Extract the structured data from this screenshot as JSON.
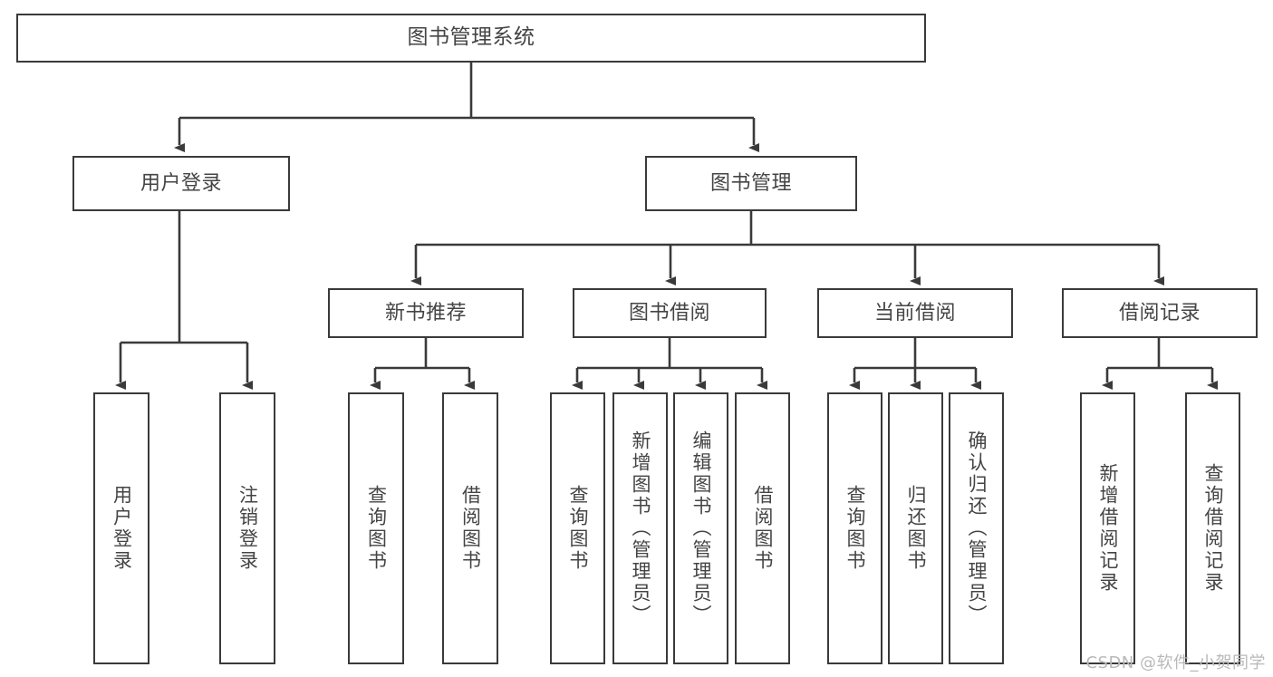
{
  "diagram": {
    "type": "tree-hierarchy",
    "title": "图书管理系统",
    "watermark": "CSDN @软件_小贺同学",
    "colors": {
      "border": "#3a3a3a",
      "text": "#444444",
      "background": "#ffffff",
      "watermark": "#b9b9b9"
    },
    "nodes": {
      "root": {
        "label": "图书管理系统"
      },
      "level1": [
        {
          "label": "用户登录"
        },
        {
          "label": "图书管理"
        }
      ],
      "level2": [
        {
          "label": "新书推荐"
        },
        {
          "label": "图书借阅"
        },
        {
          "label": "当前借阅"
        },
        {
          "label": "借阅记录"
        }
      ],
      "leaves": {
        "user_login": [
          {
            "label": "用户登录"
          },
          {
            "label": "注销登录"
          }
        ],
        "new_book_recommend": [
          {
            "label": "查询图书"
          },
          {
            "label": "借阅图书"
          }
        ],
        "book_borrow": [
          {
            "label": "查询图书"
          },
          {
            "label": "新增图书（管理员）"
          },
          {
            "label": "编辑图书（管理员）"
          },
          {
            "label": "借阅图书"
          }
        ],
        "current_borrow": [
          {
            "label": "查询图书"
          },
          {
            "label": "归还图书"
          },
          {
            "label": "确认归还（管理员）"
          }
        ],
        "borrow_record": [
          {
            "label": "新增借阅记录"
          },
          {
            "label": "查询借阅记录"
          }
        ]
      }
    }
  }
}
